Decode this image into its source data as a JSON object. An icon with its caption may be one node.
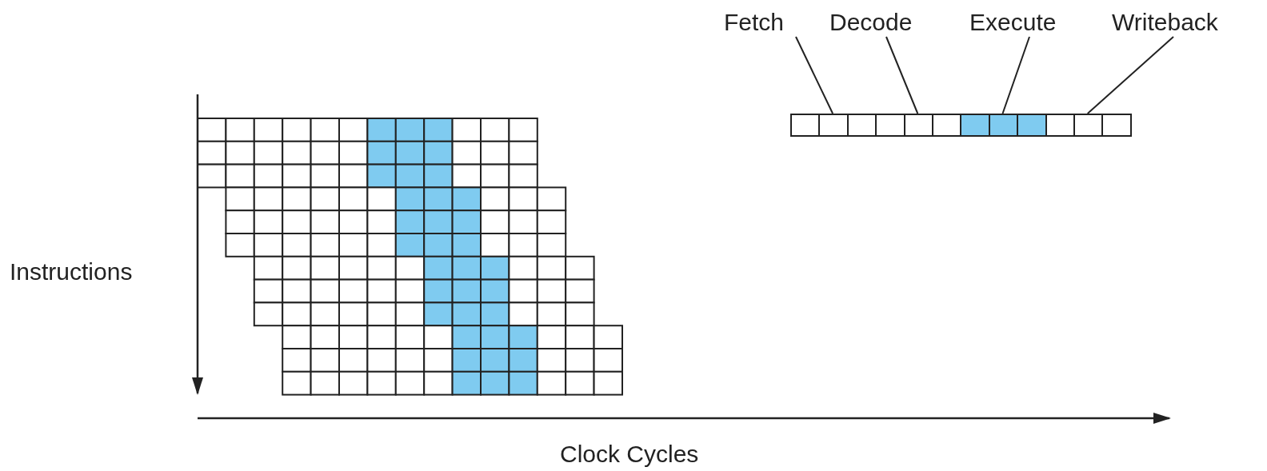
{
  "diagram": {
    "nodes": [
      {
        "text": [
          "Fetch"
        ]
      },
      {
        "text": [
          "Decode"
        ]
      },
      {
        "text": [
          "Execute"
        ]
      },
      {
        "text": [
          "Writeback"
        ]
      },
      {
        "text": [],
        "shape": "box"
      },
      {
        "text": [],
        "shape": "box"
      },
      {
        "text": [],
        "shape": "box"
      },
      {
        "text": [],
        "shape": "box"
      }
    ],
    "edges": [
      {
        "from": 0,
        "to": 4,
        "arrow": "none"
      },
      {
        "from": 1,
        "to": 5,
        "arrow": "none"
      },
      {
        "from": 2,
        "to": 6,
        "arrow": "none"
      },
      {
        "from": 3,
        "to": 7,
        "arrow": "none"
      }
    ],
    "labels": [
      "Instructions",
      "Clock Cycles"
    ]
  }
}
